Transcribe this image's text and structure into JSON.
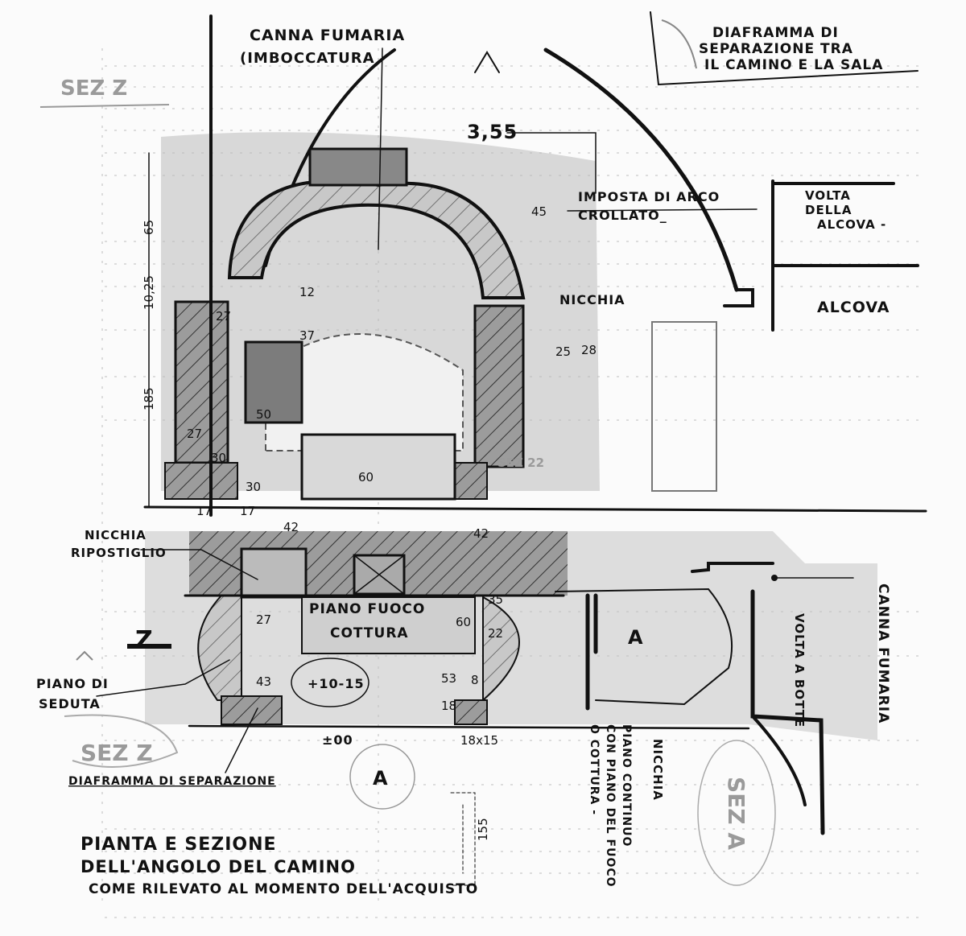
{
  "title": {
    "line1": "PIANTA E SEZIONE",
    "line2": "DELL'ANGOLO DEL CAMINO",
    "line3": "COME RILEVATO AL MOMENTO DELL'ACQUISTO"
  },
  "section_labels": {
    "sez_z_top": "SEZ Z",
    "sez_z_bottom": "SEZ Z",
    "sez_a": "SEZ A",
    "sez_22": "SEZ 22",
    "z_marker": "Z",
    "a_marker": "A",
    "a_plan": "A"
  },
  "annotations": {
    "canna_fumaria_top": "CANNA FUMARIA",
    "imboccatura": "(IMBOCCATURA",
    "diaframma_top_1": "DIAFRAMMA DI",
    "diaframma_top_2": "SEPARAZIONE TRA",
    "diaframma_top_3": "IL CAMINO E LA SALA",
    "imposta_1": "IMPOSTA DI ARCO",
    "imposta_2": "CROLLATO_",
    "volta_alcova_1": "VOLTA",
    "volta_alcova_2": "DELLA",
    "volta_alcova_3": "ALCOVA -",
    "nicchia_section": "NICCHIA",
    "alcova": "ALCOVA",
    "nicchia_ripostiglio_1": "NICCHIA",
    "nicchia_ripostiglio_2": "RIPOSTIGLIO",
    "piano_fuoco_1": "PIANO FUOCO",
    "piano_fuoco_2": "COTTURA",
    "piano_seduta_1": "PIANO DI",
    "piano_seduta_2": "SEDUTA",
    "diaframma_bottom": "DIAFRAMMA DI SEPARAZIONE",
    "canna_fumaria_right": "CANNA FUMARIA",
    "volta_botte": "VOLTA A BOTTE",
    "nicchia_plan": "NICCHIA",
    "piano_continuo_1": "PIANO CONTINUO",
    "piano_continuo_2": "CON PIANO DEL FUOCO",
    "piano_continuo_3": "O COTTURA -",
    "level_range": "+10-15",
    "level_zero": "±00"
  },
  "dimensions": {
    "d355": "3,55",
    "d45": "45",
    "d65": "65",
    "d1025": "10,25",
    "d185": "185",
    "d27a": "27",
    "d12": "12",
    "d37": "37",
    "d25": "25",
    "d28": "28",
    "d50": "50",
    "d27b": "27",
    "d30a": "30",
    "d30b": "30",
    "d60a": "60",
    "d17a": "17",
    "d17b": "17",
    "d42a": "42",
    "d42b": "42",
    "d27c": "27",
    "d60b": "60",
    "d35": "35",
    "d22": "22",
    "d43": "43",
    "d53": "53",
    "d18": "18",
    "d8": "8",
    "d18x15": "18x15",
    "d155": "155"
  }
}
